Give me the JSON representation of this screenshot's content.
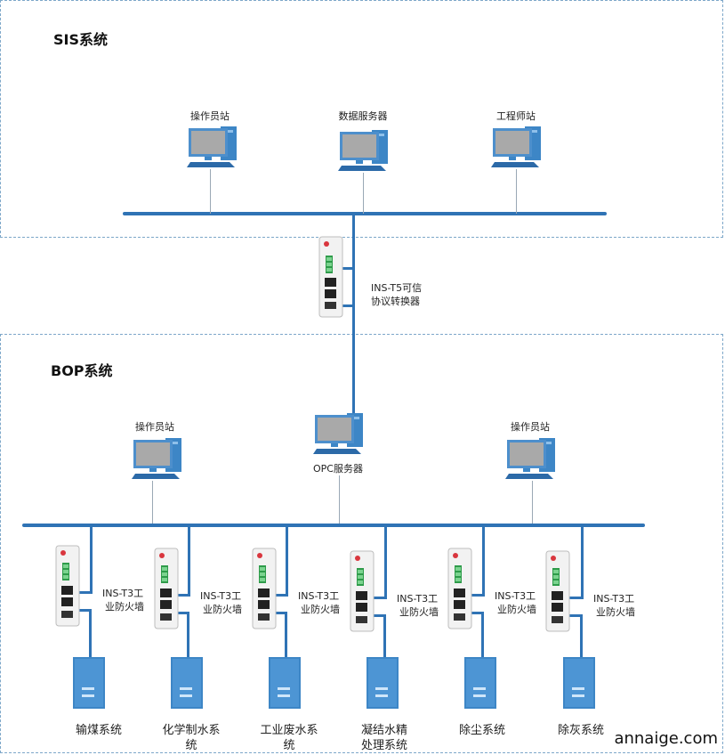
{
  "sis": {
    "title": "SIS系统",
    "stations": [
      {
        "label": "操作员站",
        "icon": "computer-icon"
      },
      {
        "label": "数据服务器",
        "icon": "computer-icon"
      },
      {
        "label": "工程师站",
        "icon": "computer-icon"
      }
    ]
  },
  "gateway": {
    "line1": "INS-T5可信",
    "line2": "协议转换器",
    "icon": "protocol-converter-icon"
  },
  "bop": {
    "title": "BOP系统",
    "stations": [
      {
        "label": "操作员站",
        "icon": "computer-icon"
      },
      {
        "label": "OPC服务器",
        "icon": "computer-icon"
      },
      {
        "label": "操作员站",
        "icon": "computer-icon"
      }
    ],
    "firewalls": [
      {
        "line1": "INS-T3工",
        "line2": "业防火墙"
      },
      {
        "line1": "INS-T3工",
        "line2": "业防火墙"
      },
      {
        "line1": "INS-T3工",
        "line2": "业防火墙"
      },
      {
        "line1": "INS-T3工",
        "line2": "业防火墙"
      },
      {
        "line1": "INS-T3工",
        "line2": "业防火墙"
      },
      {
        "line1": "INS-T3工",
        "line2": "业防火墙"
      }
    ],
    "systems": [
      {
        "line1": "输煤系统",
        "line2": ""
      },
      {
        "line1": "化学制水系",
        "line2": "统"
      },
      {
        "line1": "工业废水系",
        "line2": "统"
      },
      {
        "line1": "凝结水精",
        "line2": "处理系统"
      },
      {
        "line1": "除尘系统",
        "line2": ""
      },
      {
        "line1": "除灰系统",
        "line2": ""
      }
    ]
  },
  "watermark": "annaige.com",
  "colors": {
    "bus": "#2f73b5",
    "zone_border": "#7da7c9",
    "screen": "#a9a9a9",
    "device_blue": "#3d86c6"
  }
}
